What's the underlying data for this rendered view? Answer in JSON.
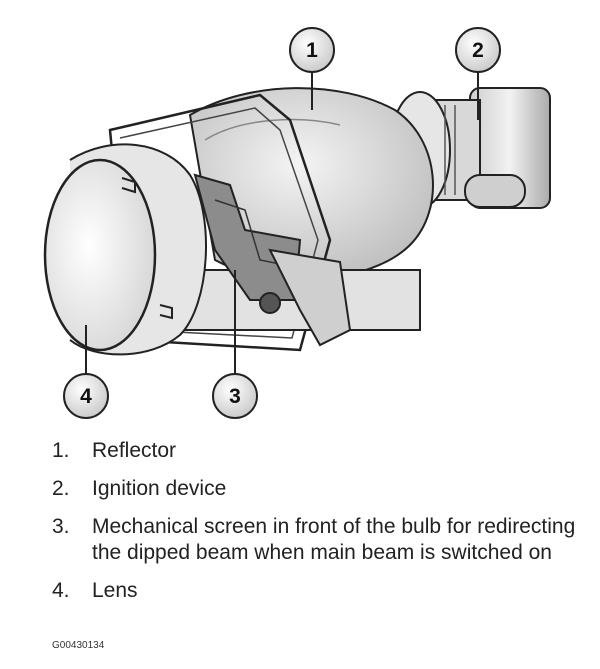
{
  "callouts": [
    {
      "label": "1"
    },
    {
      "label": "2"
    },
    {
      "label": "3"
    },
    {
      "label": "4"
    }
  ],
  "legend": [
    {
      "number": "1.",
      "text": "Reflector"
    },
    {
      "number": "2.",
      "text": "Ignition device"
    },
    {
      "number": "3.",
      "text": "Mechanical screen in front of the bulb for redirecting the dipped beam when main beam is switched on"
    },
    {
      "number": "4.",
      "text": "Lens"
    }
  ],
  "figure_code": "G00430134"
}
